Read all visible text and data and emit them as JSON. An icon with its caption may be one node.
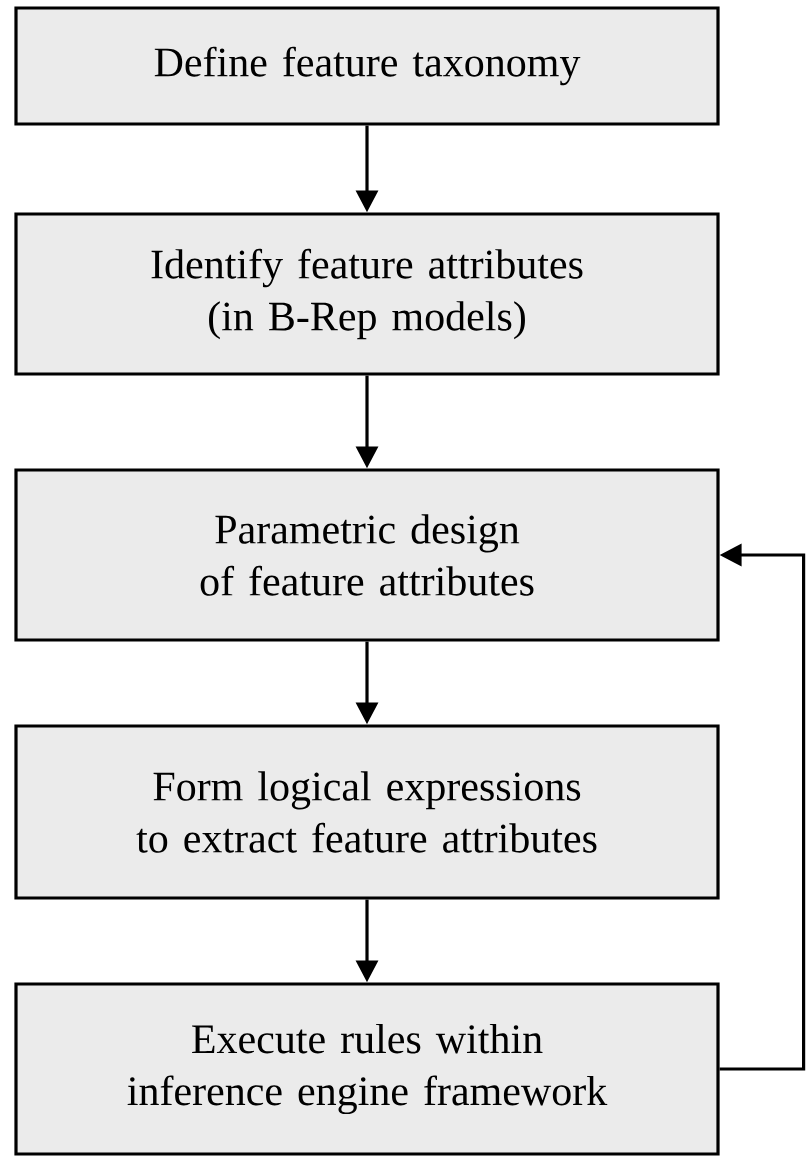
{
  "diagram": {
    "nodes": [
      {
        "text": [
          "Define feature taxonomy"
        ]
      },
      {
        "text": [
          "Identify feature attributes (in B-Rep models)"
        ]
      },
      {
        "text": [
          "Parametric design of feature attributes"
        ]
      },
      {
        "text": [
          "Form logical expressions to extract feature attributes"
        ]
      },
      {
        "text": [
          "Execute rules within inference engine framework"
        ]
      }
    ],
    "edges": [
      {
        "from": 0,
        "to": 1,
        "arrow": "to"
      },
      {
        "from": 1,
        "to": 2,
        "arrow": "to"
      },
      {
        "from": 2,
        "to": 3,
        "arrow": "to"
      },
      {
        "from": 3,
        "to": 4,
        "arrow": "to"
      },
      {
        "from": 4,
        "to": 2,
        "arrow": "to"
      }
    ]
  }
}
